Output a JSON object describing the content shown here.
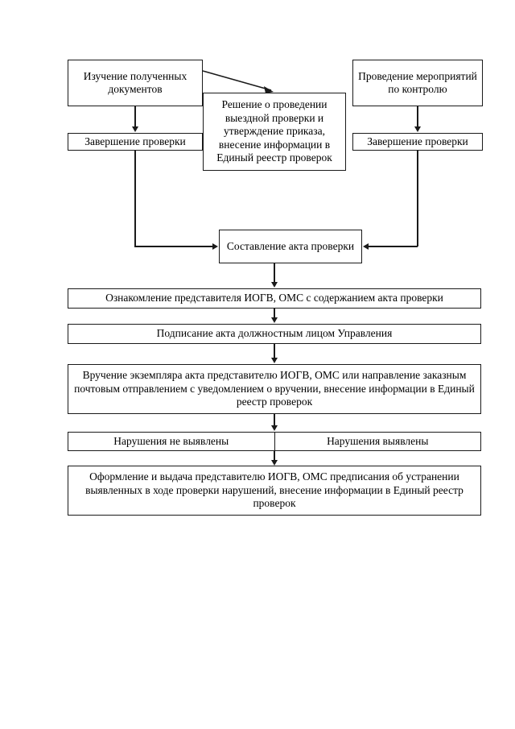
{
  "diagram": {
    "title_text": "",
    "colors": {
      "stroke": "#1a1a1a",
      "background": "#ffffff",
      "text": "#000000"
    },
    "nodes": {
      "study_documents": "Изучение полученных документов",
      "decision_field_inspection": "Решение о проведении выездной проверки и утверждение приказа, внесение информации в Единый реестр проверок",
      "control_measures": "Проведение мероприятий по контролю",
      "finish_inspection_left": "Завершение проверки",
      "finish_inspection_right": "Завершение проверки",
      "drawing_up_act": "Составление акта проверки",
      "acquaint_representative": "Ознакомление представителя ИОГВ, ОМС с содержанием акта проверки",
      "sign_act": "Подписание акта должностным лицом Управления",
      "deliver_act": "Вручение экземпляра акта представителю ИОГВ, ОМС или направление заказным почтовым отправлением с уведомлением о вручении, внесение информации в Единый реестр проверок",
      "violations_not_found": "Нарушения не выявлены",
      "violations_found": "Нарушения выявлены",
      "issue_order": "Оформление и выдача представителю ИОГВ, ОМС предписания об устранении выявленных в ходе проверки нарушений, внесение информации в Единый реестр проверок"
    }
  }
}
